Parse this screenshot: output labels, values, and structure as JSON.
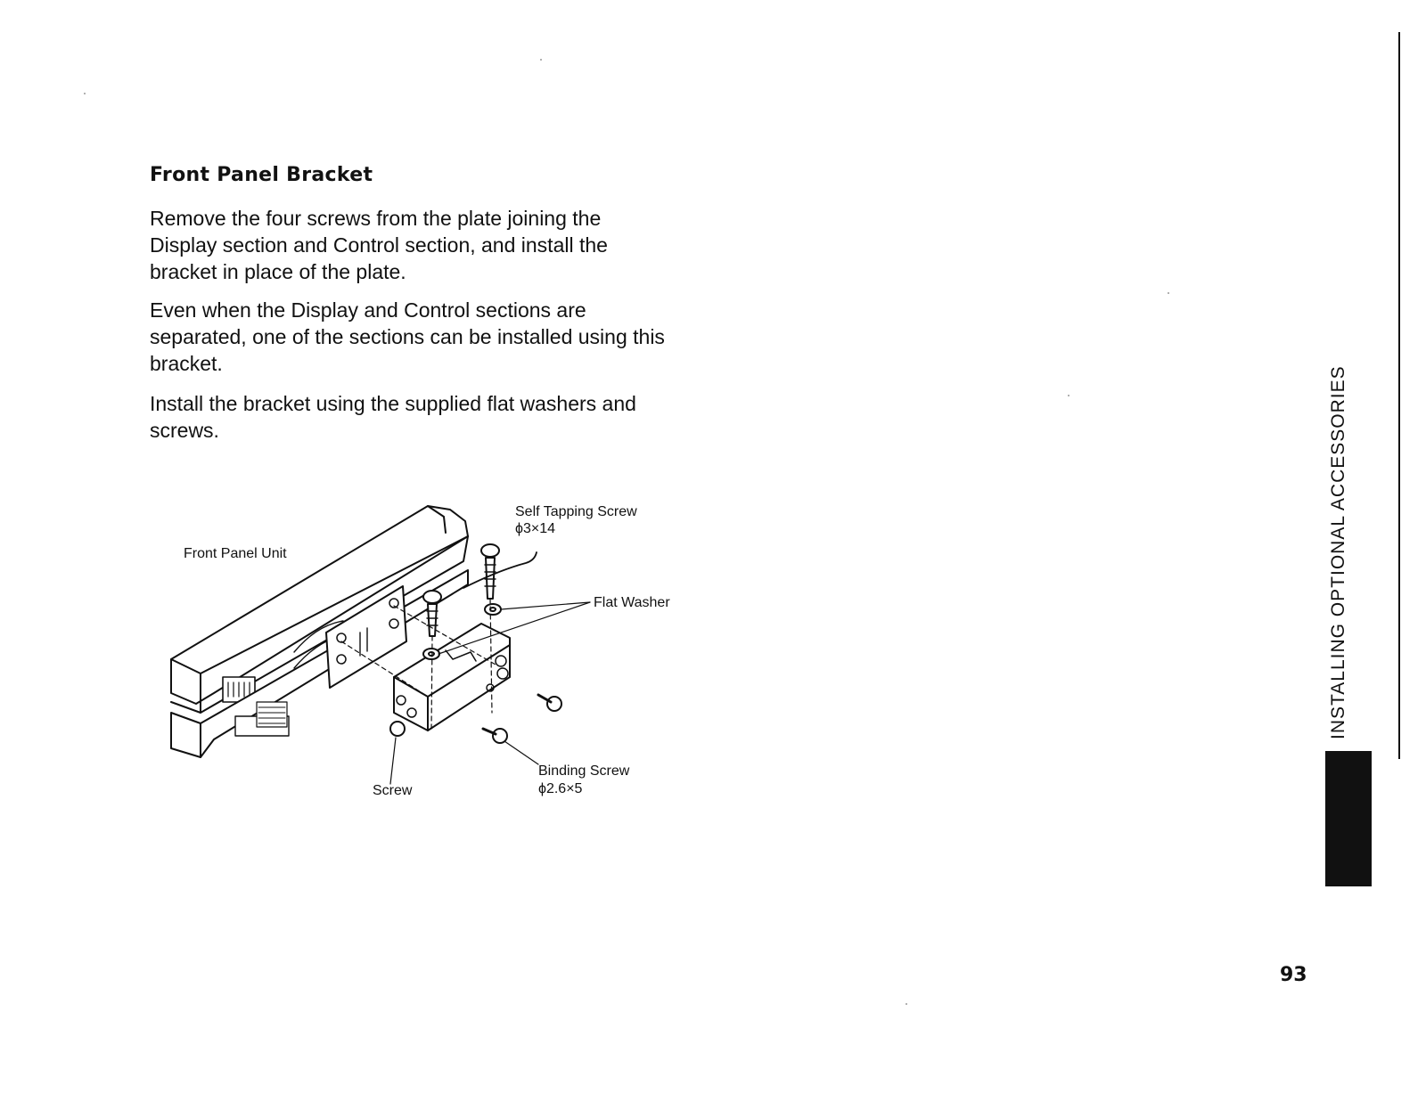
{
  "section": {
    "heading": "Front Panel Bracket",
    "paragraphs": [
      "Remove the four screws from the plate joining the Display section and Control section, and install the bracket in place of the plate.",
      "Even when the Display and Control sections are separated, one of the sections can be installed using this bracket.",
      "Install the bracket using the supplied flat washers and screws."
    ]
  },
  "figure": {
    "labels": {
      "front_panel_unit": "Front Panel Unit",
      "self_tapping_screw": "Self Tapping Screw",
      "self_tapping_screw_size": "ϕ3×14",
      "flat_washer": "Flat Washer",
      "binding_screw": "Binding Screw",
      "binding_screw_size": "ϕ2.6×5",
      "screw": "Screw"
    }
  },
  "side_tab": {
    "label": "INSTALLING OPTIONAL ACCESSORIES"
  },
  "page_number": "93"
}
